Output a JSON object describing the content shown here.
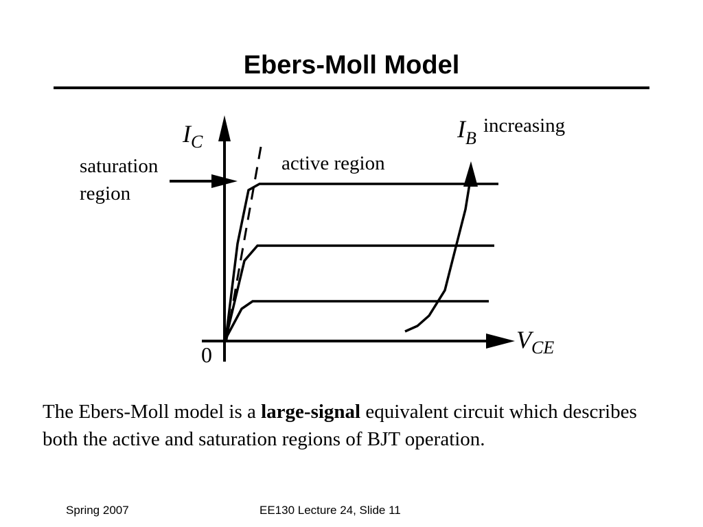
{
  "slide": {
    "title": "Ebers-Moll Model"
  },
  "diagram": {
    "y_axis_symbol": "I",
    "y_axis_subscript": "C",
    "x_axis_symbol": "V",
    "x_axis_subscript": "CE",
    "origin_label": "0",
    "saturation_label_line1": "saturation",
    "saturation_label_line2": "region",
    "active_label": "active region",
    "ib_symbol": "I",
    "ib_subscript": "B",
    "ib_note": "increasing"
  },
  "caption": {
    "before": "The Ebers-Moll model is a ",
    "bold": "large-signal",
    "after": " equivalent circuit which describes both the active and saturation regions of BJT operation."
  },
  "footer": {
    "left": "Spring 2007",
    "center": "EE130 Lecture 24, Slide 11"
  }
}
